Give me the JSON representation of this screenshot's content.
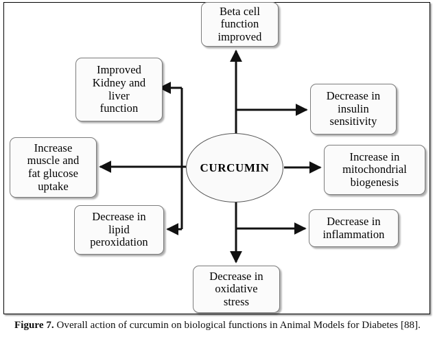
{
  "figure": {
    "caption_label": "Figure 7.",
    "caption_text": "Overall action of curcumin on biological functions in Animal Models for Diabetes [88]."
  },
  "diagram": {
    "type": "radial-concept-map",
    "hub": {
      "id": "curcumin",
      "label": "CURCUMIN",
      "shape": "ellipse"
    },
    "nodes": [
      {
        "id": "beta",
        "label": "Beta cell\nfunction\nimproved",
        "position": "top",
        "arrow_direction": "up"
      },
      {
        "id": "kidney",
        "label": "Improved\nKidney and\nliver\nfunction",
        "position": "top-left",
        "arrow_direction": "left"
      },
      {
        "id": "insulin",
        "label": "Decrease in\ninsulin\nsensitivity",
        "position": "top-right",
        "arrow_direction": "right"
      },
      {
        "id": "glucose",
        "label": "Increase\nmuscle and\nfat glucose\nuptake",
        "position": "left",
        "arrow_direction": "left"
      },
      {
        "id": "mito",
        "label": "Increase in\nmitochondrial\nbiogenesis",
        "position": "right",
        "arrow_direction": "right"
      },
      {
        "id": "lipid",
        "label": "Decrease in\nlipid\nperoxidation",
        "position": "bottom-left",
        "arrow_direction": "left"
      },
      {
        "id": "inflammation",
        "label": "Decrease in\ninflammation",
        "position": "bottom-right",
        "arrow_direction": "right"
      },
      {
        "id": "oxidative",
        "label": "Decrease in\noxidative\nstress",
        "position": "bottom",
        "arrow_direction": "down"
      }
    ],
    "colors": {
      "node_fill": "#fbfbfb",
      "node_border": "#7b7b7b",
      "hub_fill": "#fafafa",
      "hub_border": "#555555",
      "connector": "#111111",
      "frame_border": "#000000",
      "text": "#000000"
    }
  }
}
